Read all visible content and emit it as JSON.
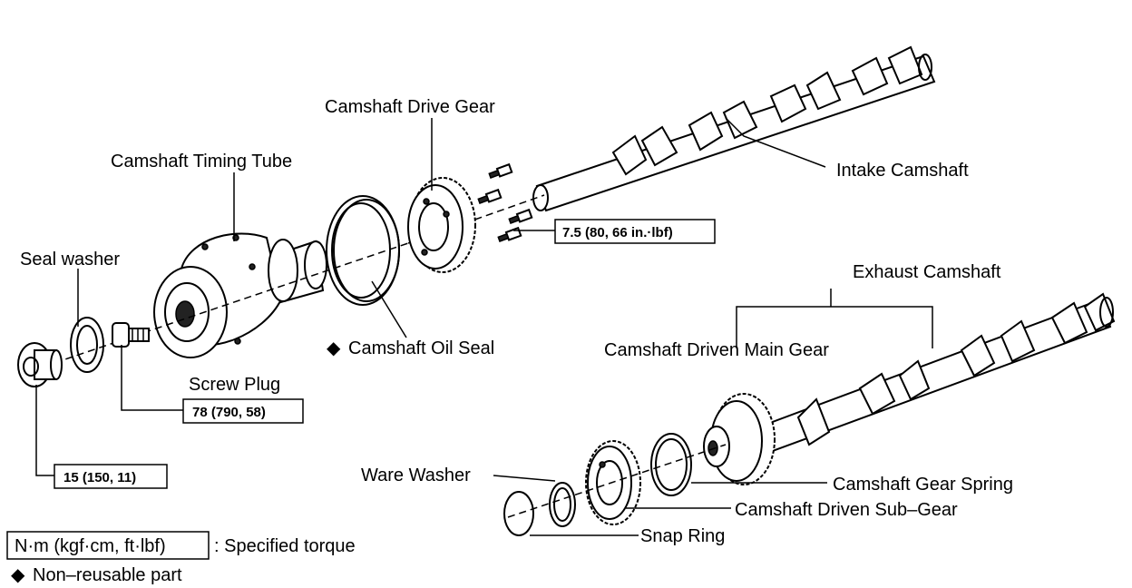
{
  "labels": {
    "camshaft_drive_gear": "Camshaft Drive Gear",
    "camshaft_timing_tube": "Camshaft Timing Tube",
    "intake_camshaft": "Intake Camshaft",
    "seal_washer": "Seal washer",
    "exhaust_camshaft": "Exhaust Camshaft",
    "camshaft_oil_seal": "Camshaft Oil Seal",
    "camshaft_driven_main_gear": "Camshaft Driven Main Gear",
    "screw_plug": "Screw Plug",
    "ware_washer": "Ware Washer",
    "camshaft_gear_spring": "Camshaft Gear Spring",
    "camshaft_driven_sub_gear": "Camshaft Driven Sub–Gear",
    "snap_ring": "Snap Ring"
  },
  "torques": {
    "drive_gear_bolts": "7.5 (80, 66 in.·lbf)",
    "screw_plug": "78 (790, 58)",
    "seal_washer_plug": "15 (150, 11)"
  },
  "legend": {
    "unit_box": "N·m (kgf·cm, ft·lbf)",
    "unit_text": ": Specified torque",
    "non_reusable_marker": "◆",
    "non_reusable_text": "Non–reusable part"
  }
}
